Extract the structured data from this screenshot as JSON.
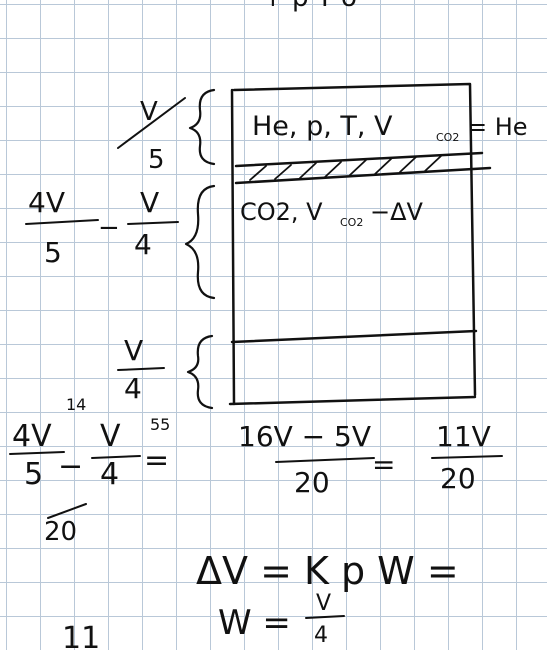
{
  "box": {
    "top_gas": "He, p, T, V",
    "top_gas_sub": "CO2",
    "top_gas_tail": "= He",
    "mid_gas": "CO2, V",
    "mid_gas_sub": "CO2",
    "mid_gas_tail": "−ΔV"
  },
  "left_labels": {
    "top_num": "V",
    "top_den": "5",
    "mid_num_left": "4V",
    "mid_den_left": "5",
    "mid_minus": "−",
    "mid_num_right": "V",
    "mid_den_right": "4",
    "bottom_num": "V",
    "bottom_den": "4"
  },
  "equation1": {
    "lhs1_num": "4V",
    "lhs1_den": "5",
    "lhs1_factor": "14",
    "minus": "−",
    "lhs2_num": "V",
    "lhs2_den": "4",
    "lhs2_factor": "55",
    "eq": "=",
    "mid_num": "16V − 5V",
    "mid_den": "20",
    "eq2": "=",
    "rhs_num": "11V",
    "rhs_den": "20",
    "stray_den": "20"
  },
  "equation2": {
    "lhs": "ΔV = K p W =",
    "w_label": "W =",
    "w_num": "V",
    "w_den": "4"
  },
  "bottom_fragment": "11",
  "top_fragment": "+ p T o"
}
